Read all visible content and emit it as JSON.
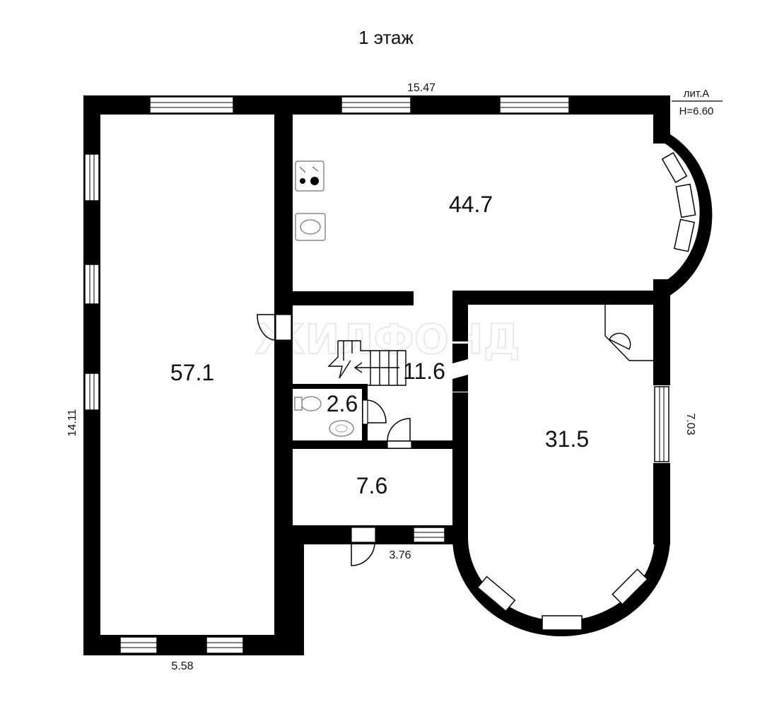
{
  "floor_title": "1 этаж",
  "litera": {
    "label": "лит.А",
    "height": "H=6.60"
  },
  "rooms": {
    "living": "57.1",
    "kitchen": "44.7",
    "stair_hall": "11.6",
    "toilet": "2.6",
    "utility": "7.6",
    "bay_room": "31.5"
  },
  "dimensions": {
    "top_width": "15.47",
    "left_height": "14.11",
    "bottom_width": "5.58",
    "right_height": "7.03",
    "entrance_width": "3.76"
  },
  "watermark": "ЖИЛФОНД"
}
